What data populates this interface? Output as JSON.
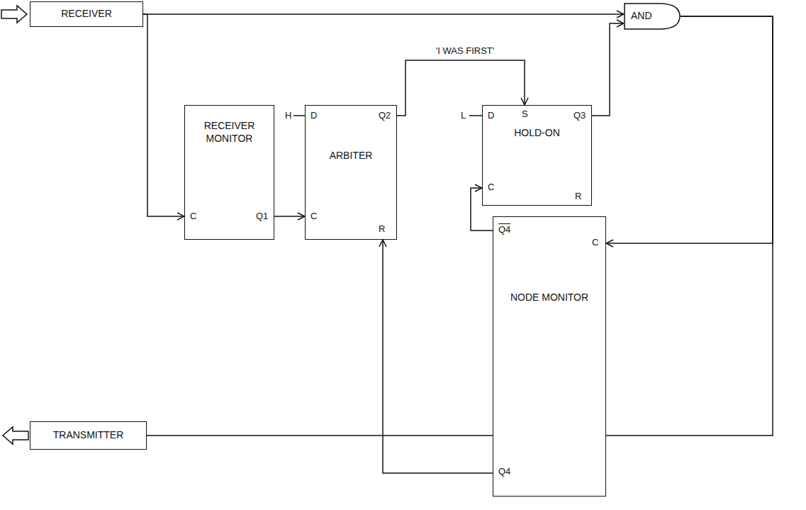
{
  "diagram": {
    "nodes": [
      {
        "text": [
          "RECEIVER"
        ]
      },
      {
        "text": [
          "AND"
        ]
      },
      {
        "text": [
          "RECEIVER MONITOR"
        ]
      },
      {
        "text": [
          "ARBITER"
        ]
      },
      {
        "text": [
          "HOLD-ON"
        ]
      },
      {
        "text": [
          "NODE MONITOR"
        ]
      },
      {
        "text": [
          "TRANSMITTER"
        ]
      }
    ],
    "edges": [
      {
        "from": 0,
        "to": 1,
        "arrow": "to"
      },
      {
        "from": 0,
        "to": 2,
        "arrow": "to"
      },
      {
        "from": 2,
        "to": 3,
        "arrow": "to"
      },
      {
        "from": 3,
        "to": 4,
        "label": "'I WAS FIRST'",
        "arrow": "to"
      },
      {
        "from": 4,
        "to": 1,
        "arrow": "to"
      },
      {
        "from": 5,
        "to": 4,
        "arrow": "to"
      },
      {
        "from": 5,
        "to": 3,
        "arrow": "to"
      },
      {
        "from": 1,
        "to": 5,
        "arrow": "to"
      },
      {
        "from": 1,
        "to": 6,
        "arrow": "none"
      }
    ],
    "labels": [
      "C",
      "Q1",
      "H",
      "D",
      "Q2",
      "C",
      "R",
      "L",
      "S",
      "D",
      "Q3",
      "C",
      "R",
      "Q4",
      "C",
      "Q4"
    ]
  }
}
